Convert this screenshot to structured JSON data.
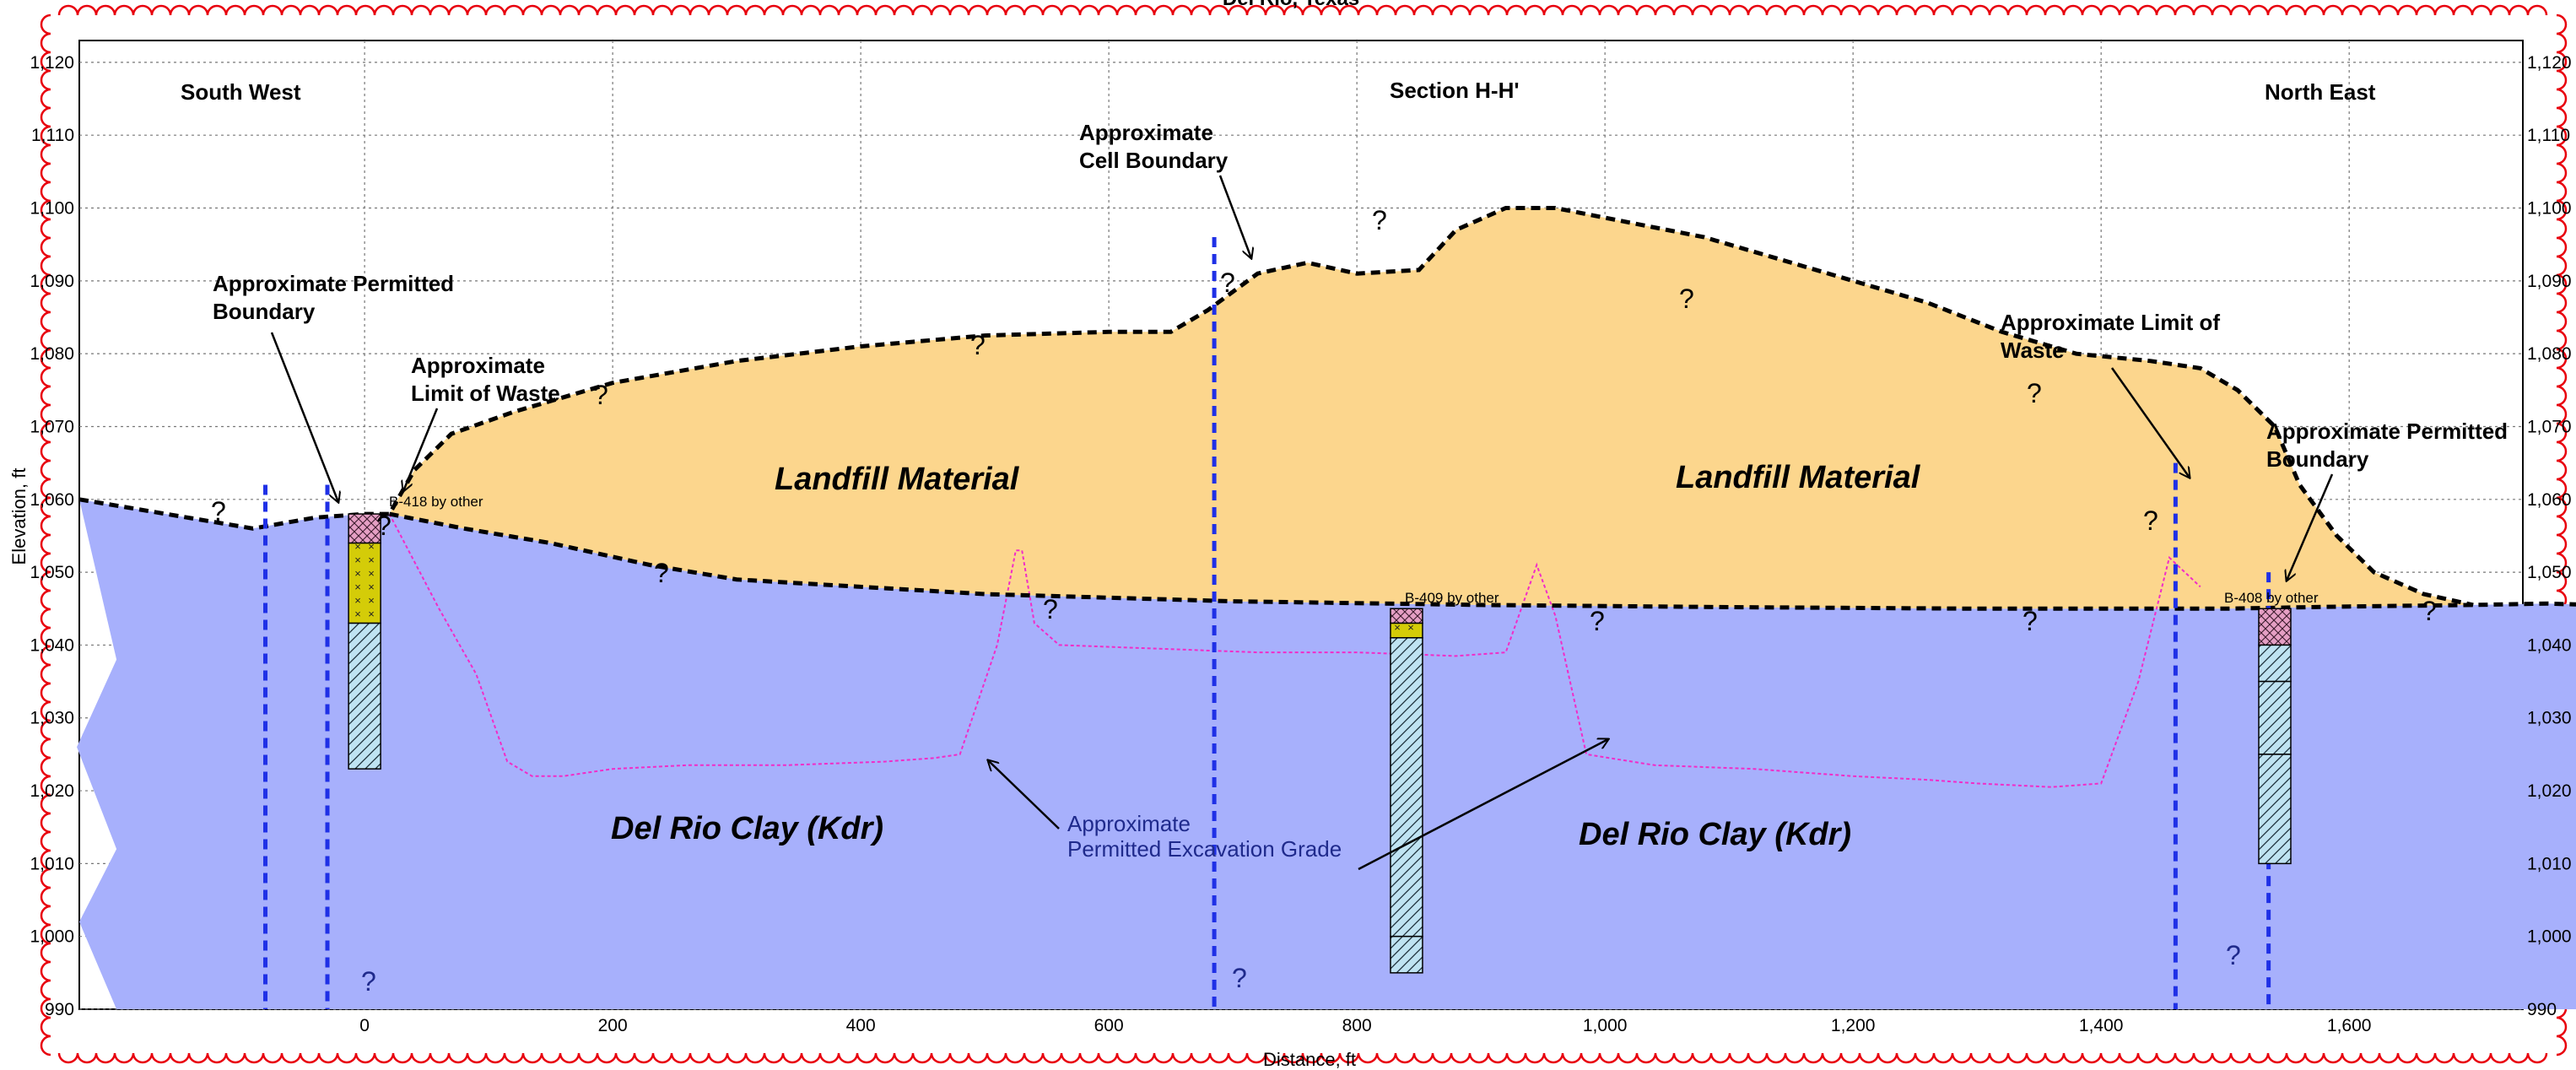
{
  "header_fragment": "Del Rio, Texas",
  "section_title": "Section H-H'",
  "labels": {
    "south_west": "South West",
    "north_east": "North East",
    "permitted_boundary_left": [
      "Approximate Permitted",
      "Boundary"
    ],
    "limit_of_waste_left": [
      "Approximate",
      "Limit of Waste"
    ],
    "cell_boundary": [
      "Approximate",
      "Cell Boundary"
    ],
    "limit_of_waste_right": [
      "Approximate Limit of",
      "Waste"
    ],
    "permitted_boundary_right": [
      "Approximate Permitted",
      "Boundary"
    ],
    "landfill_left": "Landfill Material",
    "landfill_right": "Landfill Material",
    "clay_left": "Del Rio Clay (Kdr)",
    "clay_right": "Del Rio Clay (Kdr)",
    "excavation_grade": [
      "Approximate",
      "Permitted Excavation Grade"
    ],
    "boring_b418": "B-418 by other",
    "boring_b409": "B-409 by other",
    "boring_b408": "B-408 by other",
    "question": "?"
  },
  "axes": {
    "x_title": "Distance, ft",
    "y_title": "Elevation, ft",
    "x_ticks": [
      {
        "v": 0,
        "t": "0"
      },
      {
        "v": 200,
        "t": "200"
      },
      {
        "v": 400,
        "t": "400"
      },
      {
        "v": 600,
        "t": "600"
      },
      {
        "v": 800,
        "t": "800"
      },
      {
        "v": 1000,
        "t": "1,000"
      },
      {
        "v": 1200,
        "t": "1,200"
      },
      {
        "v": 1400,
        "t": "1,400"
      },
      {
        "v": 1600,
        "t": "1,600"
      }
    ],
    "y_ticks": [
      {
        "v": 990,
        "t": "990"
      },
      {
        "v": 1000,
        "t": "1,000"
      },
      {
        "v": 1010,
        "t": "1,010"
      },
      {
        "v": 1020,
        "t": "1,020"
      },
      {
        "v": 1030,
        "t": "1,030"
      },
      {
        "v": 1040,
        "t": "1,040"
      },
      {
        "v": 1050,
        "t": "1,050"
      },
      {
        "v": 1060,
        "t": "1,060"
      },
      {
        "v": 1070,
        "t": "1,070"
      },
      {
        "v": 1080,
        "t": "1,080"
      },
      {
        "v": 1090,
        "t": "1,090"
      },
      {
        "v": 1100,
        "t": "1,100"
      },
      {
        "v": 1110,
        "t": "1,110"
      },
      {
        "v": 1120,
        "t": "1,120"
      }
    ],
    "x_range": [
      -230,
      1740
    ],
    "y_range": [
      990,
      1123
    ]
  },
  "colors": {
    "landfill": "#fcd68d",
    "clay": "#a7b0fc",
    "landfill_text": "#c0520c",
    "clay_text": "#6a257a",
    "boundary_line": "#1f30e6",
    "excavation": "#f12cc8",
    "frame": "#e8000d",
    "boring_text": "#7a5a20"
  },
  "profiles": {
    "top_surface": [
      [
        -230,
        1060
      ],
      [
        -160,
        1058
      ],
      [
        -90,
        1056
      ],
      [
        -40,
        1057.5
      ],
      [
        0,
        1058
      ],
      [
        20,
        1058
      ],
      [
        40,
        1064
      ],
      [
        70,
        1069
      ],
      [
        120,
        1072
      ],
      [
        200,
        1076
      ],
      [
        300,
        1079
      ],
      [
        400,
        1081
      ],
      [
        500,
        1082.5
      ],
      [
        600,
        1083
      ],
      [
        650,
        1083
      ],
      [
        680,
        1086
      ],
      [
        720,
        1091
      ],
      [
        760,
        1092.5
      ],
      [
        800,
        1091
      ],
      [
        850,
        1091.5
      ],
      [
        880,
        1097
      ],
      [
        920,
        1100
      ],
      [
        960,
        1100
      ],
      [
        1020,
        1098
      ],
      [
        1080,
        1096
      ],
      [
        1140,
        1093
      ],
      [
        1200,
        1090
      ],
      [
        1260,
        1087
      ],
      [
        1320,
        1083
      ],
      [
        1380,
        1080
      ],
      [
        1440,
        1079
      ],
      [
        1480,
        1078
      ],
      [
        1510,
        1075
      ],
      [
        1540,
        1070
      ],
      [
        1560,
        1062
      ],
      [
        1590,
        1055
      ],
      [
        1620,
        1050
      ],
      [
        1660,
        1047
      ],
      [
        1700,
        1045.5
      ]
    ],
    "landfill_base": [
      [
        20,
        1058
      ],
      [
        80,
        1056
      ],
      [
        150,
        1054
      ],
      [
        230,
        1051
      ],
      [
        300,
        1049
      ],
      [
        350,
        1048.5
      ],
      [
        500,
        1047
      ],
      [
        700,
        1046
      ],
      [
        900,
        1045.5
      ],
      [
        1100,
        1045.2
      ],
      [
        1300,
        1045
      ],
      [
        1500,
        1045
      ],
      [
        1600,
        1045.3
      ],
      [
        1700,
        1045.5
      ]
    ],
    "base_line_tail": [
      [
        1700,
        1045.5
      ],
      [
        1760,
        1045.7
      ],
      [
        1850,
        1045.2
      ],
      [
        1935,
        1045
      ]
    ],
    "excavation_grade": [
      [
        20,
        1058
      ],
      [
        60,
        1045
      ],
      [
        90,
        1036
      ],
      [
        115,
        1024
      ],
      [
        135,
        1022
      ],
      [
        160,
        1022
      ],
      [
        200,
        1023
      ],
      [
        260,
        1023.5
      ],
      [
        340,
        1023.5
      ],
      [
        420,
        1024
      ],
      [
        460,
        1024.5
      ],
      [
        480,
        1025
      ],
      [
        510,
        1040
      ],
      [
        525,
        1053
      ],
      [
        530,
        1053
      ],
      [
        540,
        1043
      ],
      [
        560,
        1040
      ],
      [
        640,
        1039.5
      ],
      [
        720,
        1039
      ],
      [
        800,
        1039
      ],
      [
        880,
        1038.5
      ],
      [
        920,
        1039
      ],
      [
        945,
        1051
      ],
      [
        960,
        1044
      ],
      [
        985,
        1025
      ],
      [
        1040,
        1023.5
      ],
      [
        1120,
        1023
      ],
      [
        1200,
        1022
      ],
      [
        1260,
        1021.5
      ],
      [
        1300,
        1021
      ],
      [
        1360,
        1020.5
      ],
      [
        1400,
        1021
      ],
      [
        1430,
        1035
      ],
      [
        1455,
        1052
      ],
      [
        1480,
        1048
      ]
    ]
  },
  "boundaries": [
    {
      "x": -80,
      "top": 1062,
      "bottom": 990
    },
    {
      "x": -30,
      "top": 1062,
      "bottom": 990
    },
    {
      "x": 685,
      "top": 1096,
      "bottom": 990
    },
    {
      "x": 1460,
      "top": 1065,
      "bottom": 990
    },
    {
      "x": 1535,
      "top": 1050,
      "bottom": 990
    }
  ],
  "borings": [
    {
      "x": 0,
      "top": 1058,
      "layers": [
        {
          "from": 1058,
          "to": 1054,
          "fill": "#e59fc4",
          "pattern": "cross"
        },
        {
          "from": 1054,
          "to": 1043,
          "fill": "#d4cc08",
          "pattern": "xmark"
        },
        {
          "from": 1043,
          "to": 1023,
          "fill": "#bfe3f2",
          "pattern": "diag"
        }
      ]
    },
    {
      "x": 840,
      "top": 1045,
      "layers": [
        {
          "from": 1045,
          "to": 1043,
          "fill": "#e59fc4",
          "pattern": "cross"
        },
        {
          "from": 1043,
          "to": 1041,
          "fill": "#d4cc08",
          "pattern": "xmark"
        },
        {
          "from": 1041,
          "to": 1000,
          "fill": "#bfe3f2",
          "pattern": "diag"
        },
        {
          "from": 1000,
          "to": 995,
          "fill": "#bfe3f2",
          "pattern": "diag"
        }
      ]
    },
    {
      "x": 1540,
      "top": 1045,
      "layers": [
        {
          "from": 1045,
          "to": 1040,
          "fill": "#e59fc4",
          "pattern": "cross"
        },
        {
          "from": 1040,
          "to": 1035,
          "fill": "#bfe3f2",
          "pattern": "diag"
        },
        {
          "from": 1035,
          "to": 1025,
          "fill": "#bfe3f2",
          "pattern": "diag"
        },
        {
          "from": 1025,
          "to": 1010,
          "fill": "#bfe3f2",
          "pattern": "diag"
        }
      ]
    }
  ]
}
